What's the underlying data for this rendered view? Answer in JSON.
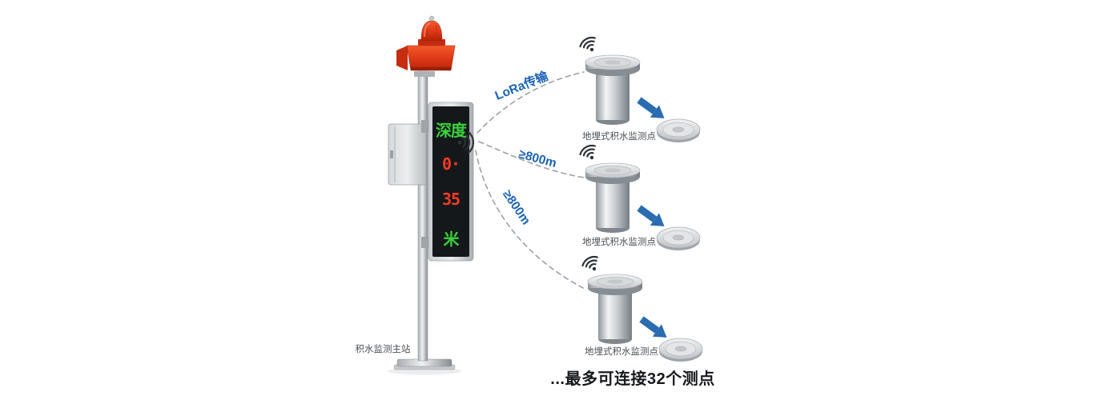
{
  "station": {
    "label": "积水监测主站",
    "display_rows": [
      {
        "text": "深度",
        "color": "#3ad13c"
      },
      {
        "text": "0·",
        "color": "#f23b28"
      },
      {
        "text": "35",
        "color": "#f23b28"
      },
      {
        "text": "米",
        "color": "#3ad13c"
      }
    ]
  },
  "links": [
    {
      "label": "LoRa传输"
    },
    {
      "label": "≥800m"
    },
    {
      "label": "≥800m"
    }
  ],
  "sensors": [
    {
      "label": "地埋式积水监测点"
    },
    {
      "label": "地埋式积水监测点"
    },
    {
      "label": "地埋式积水监测点"
    }
  ],
  "footer": {
    "note": "...最多可连接32个测点"
  },
  "colors": {
    "link_label": "#1b63b4",
    "dashed_line": "#9aa0a6",
    "arrow": "#2a6cb0",
    "alarm_red": "#df3a17",
    "led_green": "#3ad13c",
    "led_red": "#f23b28"
  }
}
